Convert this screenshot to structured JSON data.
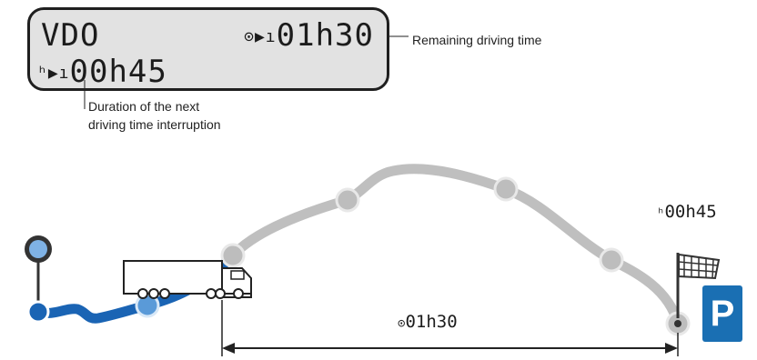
{
  "display": {
    "brand": "VDO",
    "remaining_time": "01h30",
    "break_duration": "00h45"
  },
  "callouts": {
    "remaining_driving_time": "Remaining driving time",
    "next_interruption_line1": "Duration of the next",
    "next_interruption_line2": "driving time interruption"
  },
  "route": {
    "break_label": "00h45",
    "span_label": "01h30",
    "parking_sign": "P"
  },
  "colors": {
    "lcd_background": "#e2e2e2",
    "driven_route": "#1a64b4",
    "remaining_route": "#bdbdbd",
    "parking": "#1a6fb3"
  },
  "icons": [
    "location-pin-icon",
    "truck-icon",
    "checkered-flag-icon",
    "parking-sign-icon",
    "steering-wheel-icon",
    "break-bed-icon"
  ]
}
